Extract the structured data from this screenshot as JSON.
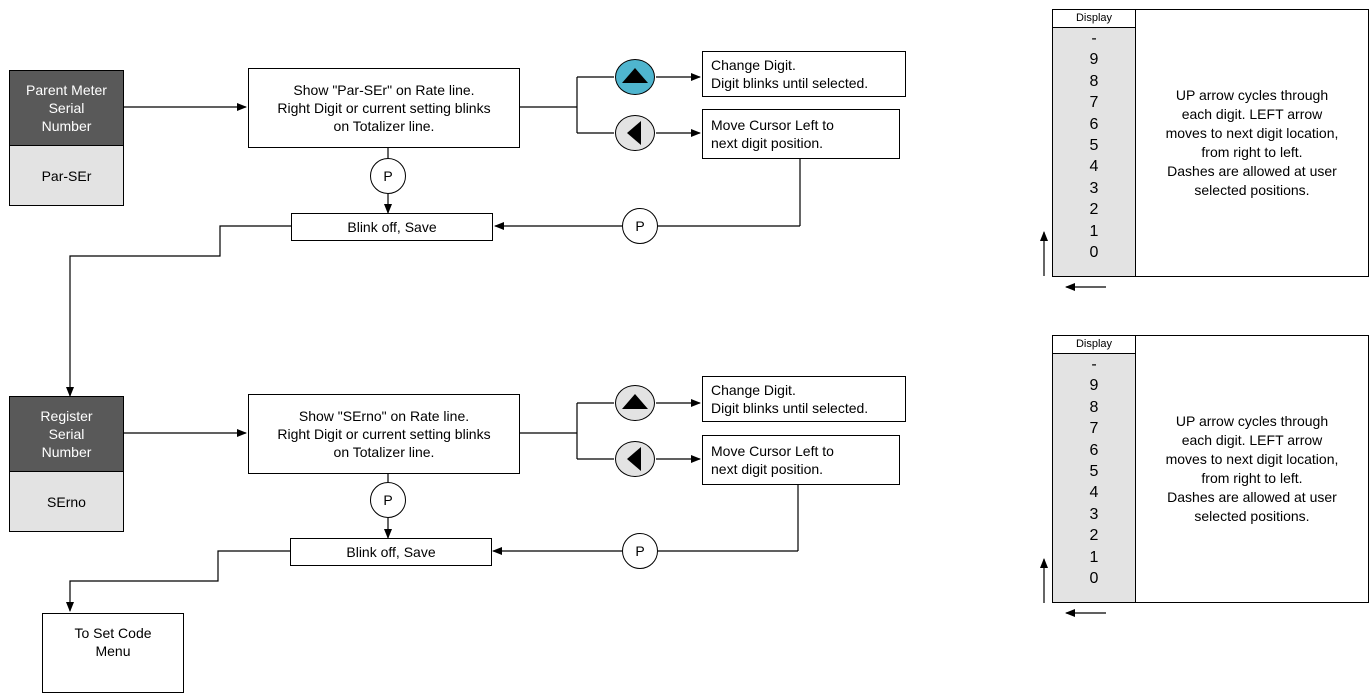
{
  "flows": [
    {
      "menu_title": "Parent Meter\nSerial\nNumber",
      "menu_code": "Par-SEr",
      "show_text": "Show \"Par-SEr\" on Rate line.\nRight Digit or current setting blinks\non Totalizer line.",
      "up_action": "Change Digit.\nDigit blinks until selected.",
      "left_action": "Move Cursor Left to\nnext digit position.",
      "save_text": "Blink off, Save",
      "p_label": "P",
      "p2_label": "P",
      "up_icon": "up-arrow-icon",
      "left_icon": "left-arrow-icon"
    },
    {
      "menu_title": "Register\nSerial\nNumber",
      "menu_code": "SErno",
      "show_text": "Show \"SErno\" on Rate line.\nRight Digit or current setting blinks\non Totalizer line.",
      "up_action": "Change Digit.\nDigit blinks until selected.",
      "left_action": "Move Cursor Left to\nnext digit position.",
      "save_text": "Blink off, Save",
      "p_label": "P",
      "p2_label": "P",
      "up_icon": "up-arrow-icon",
      "left_icon": "left-arrow-icon"
    }
  ],
  "end_box": "To Set Code\nMenu",
  "display_panels": [
    {
      "header": "Display",
      "digits": [
        "-",
        "9",
        "8",
        "7",
        "6",
        "5",
        "4",
        "3",
        "2",
        "1",
        "0"
      ],
      "description": "UP arrow cycles through\neach digit. LEFT arrow\nmoves to next digit location,\nfrom right to left.\nDashes are allowed at user\nselected positions."
    },
    {
      "header": "Display",
      "digits": [
        "-",
        "9",
        "8",
        "7",
        "6",
        "5",
        "4",
        "3",
        "2",
        "1",
        "0"
      ],
      "description": "UP arrow cycles through\neach digit. LEFT arrow\nmoves to next digit location,\nfrom right to left.\nDashes are allowed at user\nselected positions."
    }
  ],
  "colors": {
    "menu_dark": "#595959",
    "menu_light": "#e3e3e3",
    "up_button_active": "#4fb5cf"
  }
}
